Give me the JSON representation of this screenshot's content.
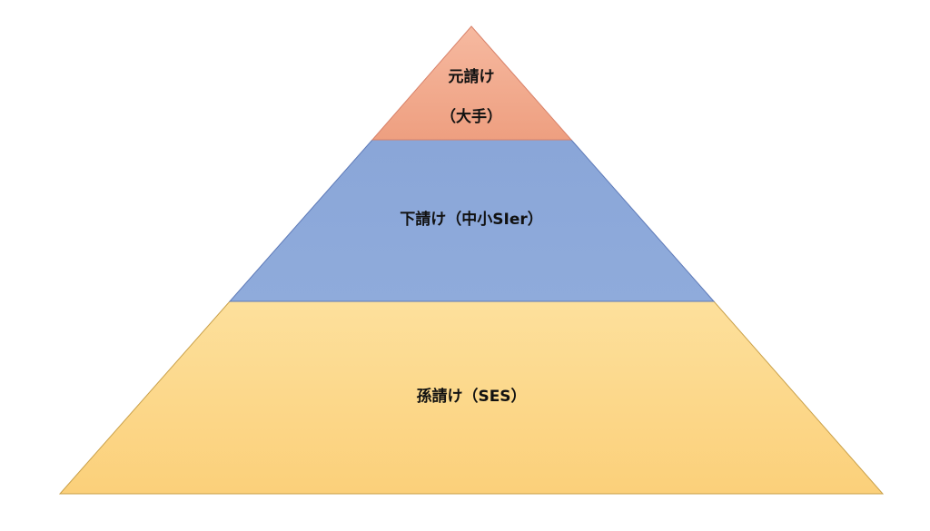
{
  "tiers": [
    {
      "id": "top",
      "lines": [
        "元請け",
        "（大手）"
      ],
      "fill_top": "#f6b9a0",
      "fill_bottom": "#ee9f80",
      "stroke": "#d8826a"
    },
    {
      "id": "middle",
      "lines": [
        "下請け（中小SIer）"
      ],
      "fill_top": "#8aa6d8",
      "fill_bottom": "#8fabdb",
      "stroke": "#5e7ab8"
    },
    {
      "id": "bottom",
      "lines": [
        "孫請け（SES）"
      ],
      "fill_top": "#fde09c",
      "fill_bottom": "#fbd07a",
      "stroke": "#c9a04a"
    }
  ]
}
